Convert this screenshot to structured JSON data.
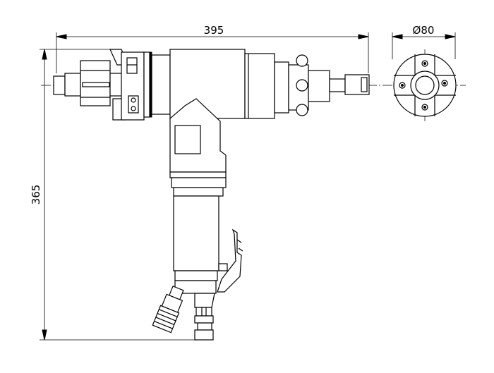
{
  "dimensions": {
    "overall_length": "395",
    "diameter_symbol": "Ø",
    "diameter_value": "80",
    "height": "365"
  }
}
